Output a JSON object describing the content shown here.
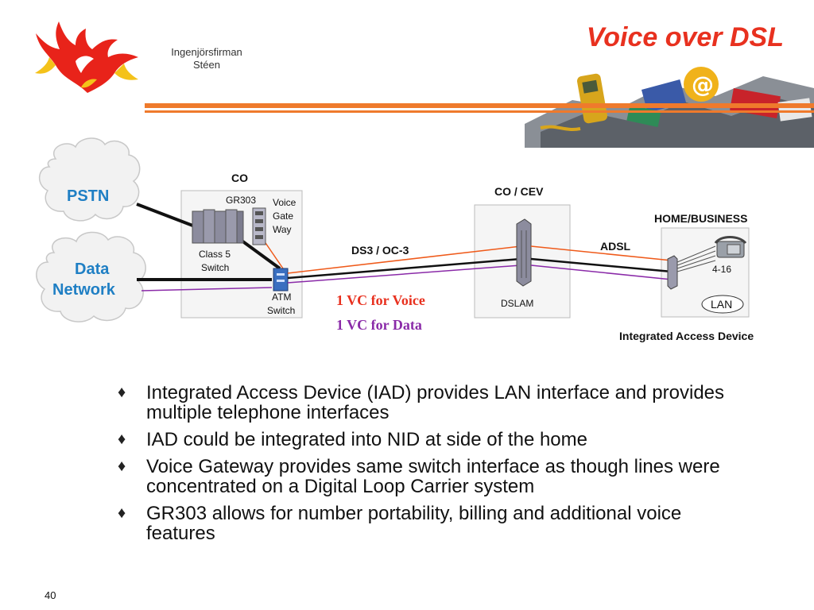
{
  "header": {
    "company_line1": "Ingenjörsfirman",
    "company_line2": "Stéen",
    "title": "Voice over DSL"
  },
  "diagram": {
    "cloud_pstn": "PSTN",
    "cloud_data_line1": "Data",
    "cloud_data_line2": "Network",
    "co_title": "CO",
    "gr303": "GR303",
    "voice_gw_line1": "Voice",
    "voice_gw_line2": "Gate",
    "voice_gw_line3": "Way",
    "class5_line1": "Class 5",
    "class5_line2": "Switch",
    "atm_line1": "ATM",
    "atm_line2": "Switch",
    "ds3": "DS3 / OC-3",
    "co_cev": "CO / CEV",
    "dslam": "DSLAM",
    "adsl": "ADSL",
    "home_business": "HOME/BUSINESS",
    "phones_count": "4-16",
    "lan": "LAN",
    "iad": "Integrated Access Device",
    "vc_voice": "1 VC for Voice",
    "vc_data": "1 VC for Data"
  },
  "bullets": [
    "Integrated Access Device (IAD) provides LAN interface and provides multiple telephone interfaces",
    "IAD could be integrated into NID at side of the home",
    "Voice Gateway provides same switch interface as though lines were concentrated on a Digital Loop Carrier system",
    "GR303 allows for number portability, billing and additional voice features"
  ],
  "bullet_marker": "♦",
  "footer": {
    "page_number": "40"
  },
  "colors": {
    "title": "#e8311f",
    "rule": "#ef7a2c",
    "cloud_text": "#1f7fc4",
    "voice_line": "#ef5a1a",
    "data_line": "#8a2aa8",
    "vc_voice_text": "#e8311f",
    "vc_data_text": "#8a2aa8"
  }
}
